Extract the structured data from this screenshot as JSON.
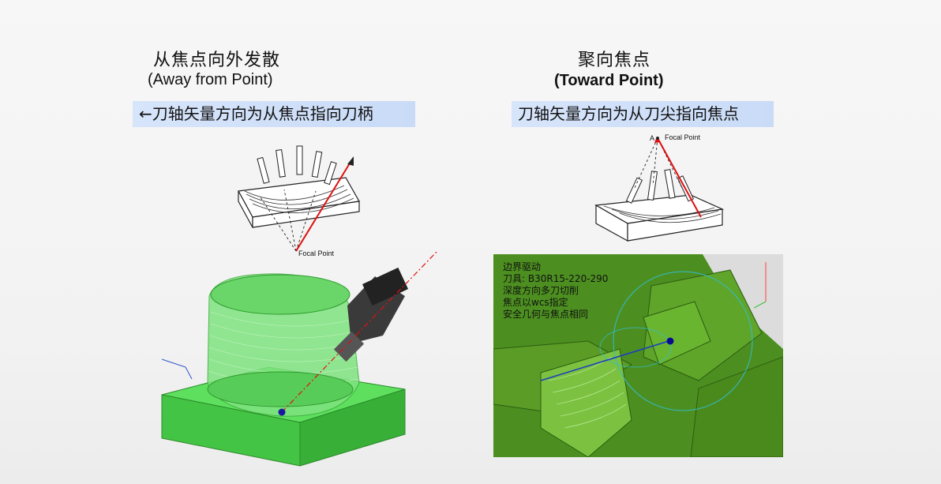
{
  "left": {
    "title_cn": "从焦点向外发散",
    "title_en": "(Away from Point)",
    "band_text": "←刀轴矢量方向为从焦点指向刀柄",
    "diagram_label": "Focal Point"
  },
  "right": {
    "title_cn": "聚向焦点",
    "title_en": "(Toward Point)",
    "band_text": "刀轴矢量方向为从刀尖指向焦点",
    "diagram_label": "Focal Point",
    "diagram_marker": "A",
    "cam_lines": [
      "边界驱动",
      "刀具: B30R15-220-290",
      "深度方向多刀切削",
      "焦点以wcs指定",
      "安全几何与焦点相同"
    ]
  },
  "colors": {
    "band": "#c9dbf7",
    "model_green": "#4bd64b",
    "cam_green": "#4f8f1f",
    "vector_red": "#e01010",
    "focal_dot": "#1a1aa0"
  }
}
